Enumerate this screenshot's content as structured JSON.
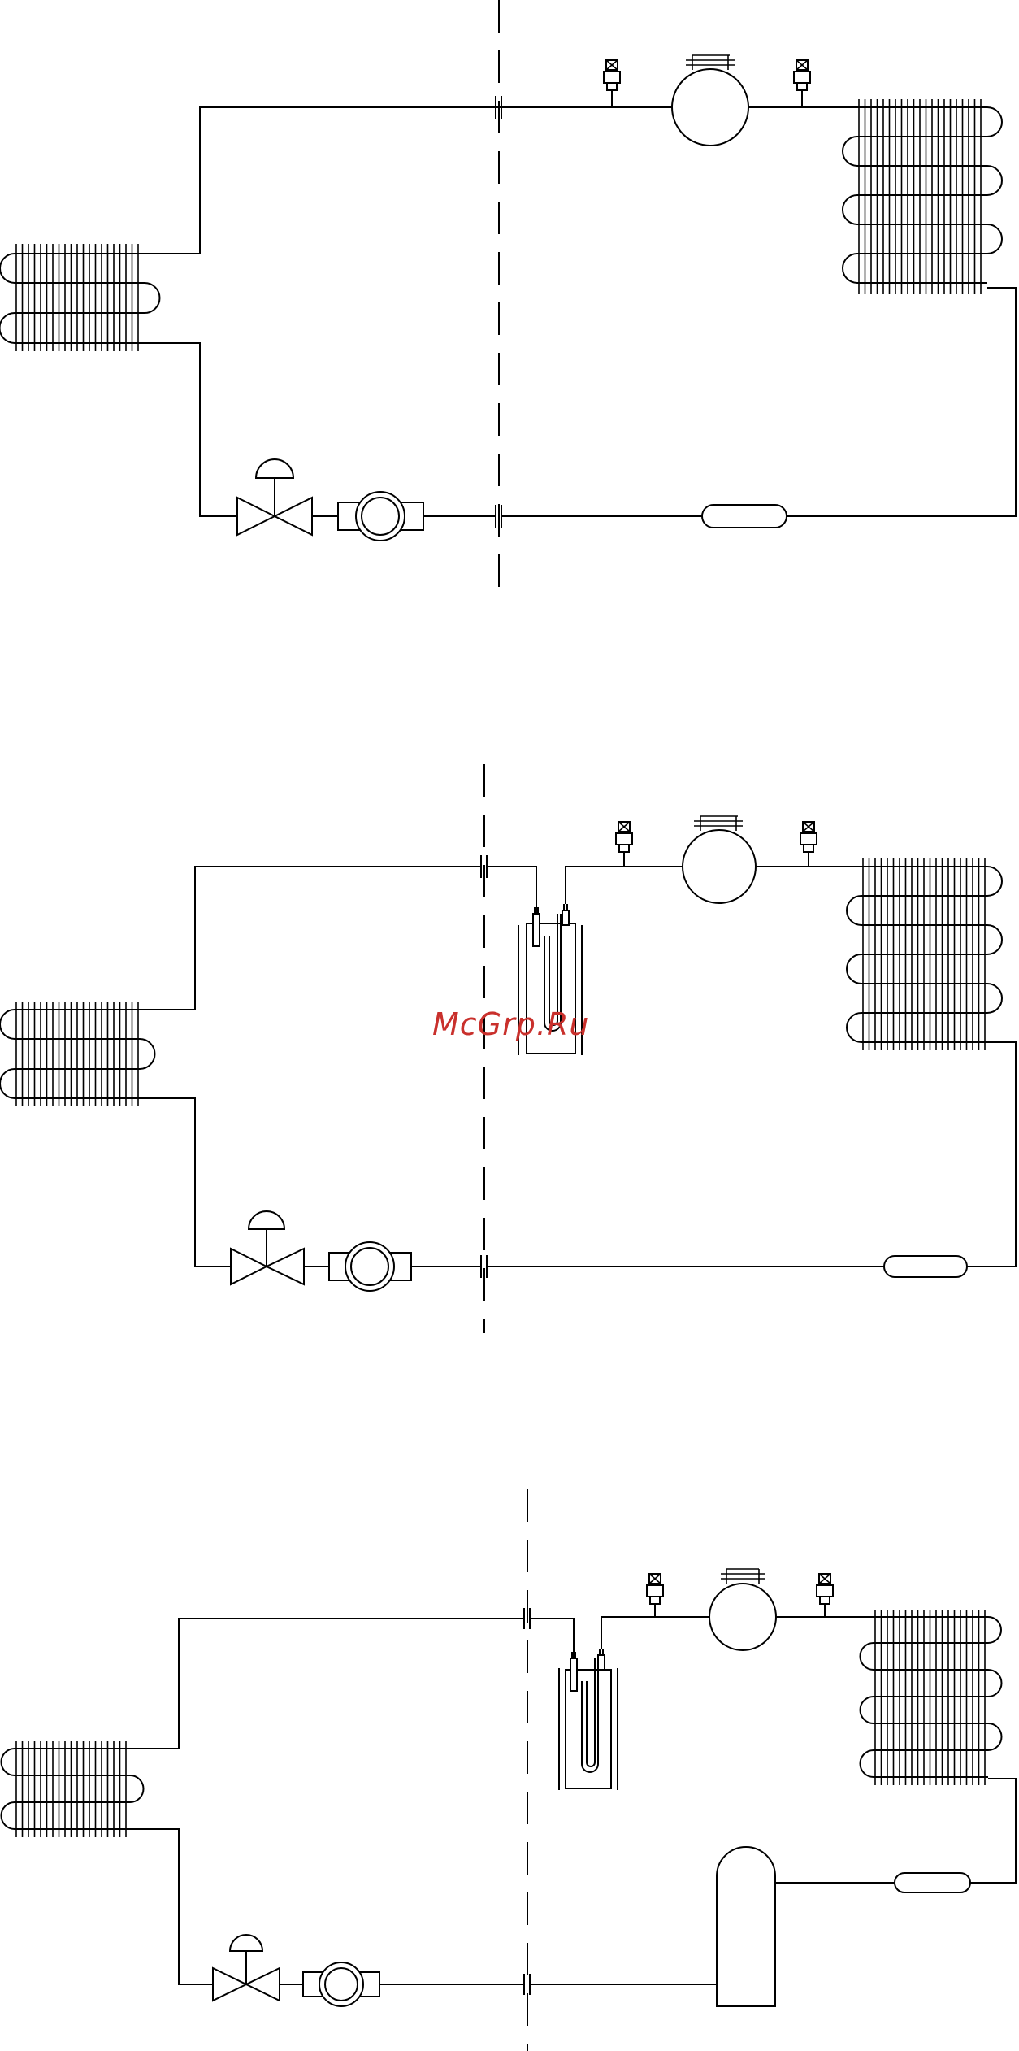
{
  "watermark": {
    "text": "McGrp.Ru",
    "color": "#c9302c"
  },
  "diagram": {
    "schemes": [
      {
        "name": "scheme-1-basic",
        "components": [
          "evaporator-coil",
          "condenser-coil",
          "compressor",
          "service-valves",
          "expansion-valve",
          "filter-drier",
          "sight-glass",
          "quick-couplings",
          "wall-divider"
        ]
      },
      {
        "name": "scheme-2-with-heat-exchanger",
        "components": [
          "evaporator-coil",
          "condenser-coil",
          "compressor",
          "service-valves",
          "expansion-valve",
          "filter-drier",
          "sight-glass",
          "quick-couplings",
          "heat-exchanger",
          "wall-divider"
        ]
      },
      {
        "name": "scheme-3-with-receiver",
        "components": [
          "evaporator-coil",
          "condenser-coil",
          "compressor",
          "service-valves",
          "expansion-valve",
          "filter-drier",
          "sight-glass",
          "quick-couplings",
          "heat-exchanger",
          "liquid-receiver",
          "wall-divider"
        ]
      }
    ],
    "line_color": "#000000",
    "background": "#ffffff"
  }
}
